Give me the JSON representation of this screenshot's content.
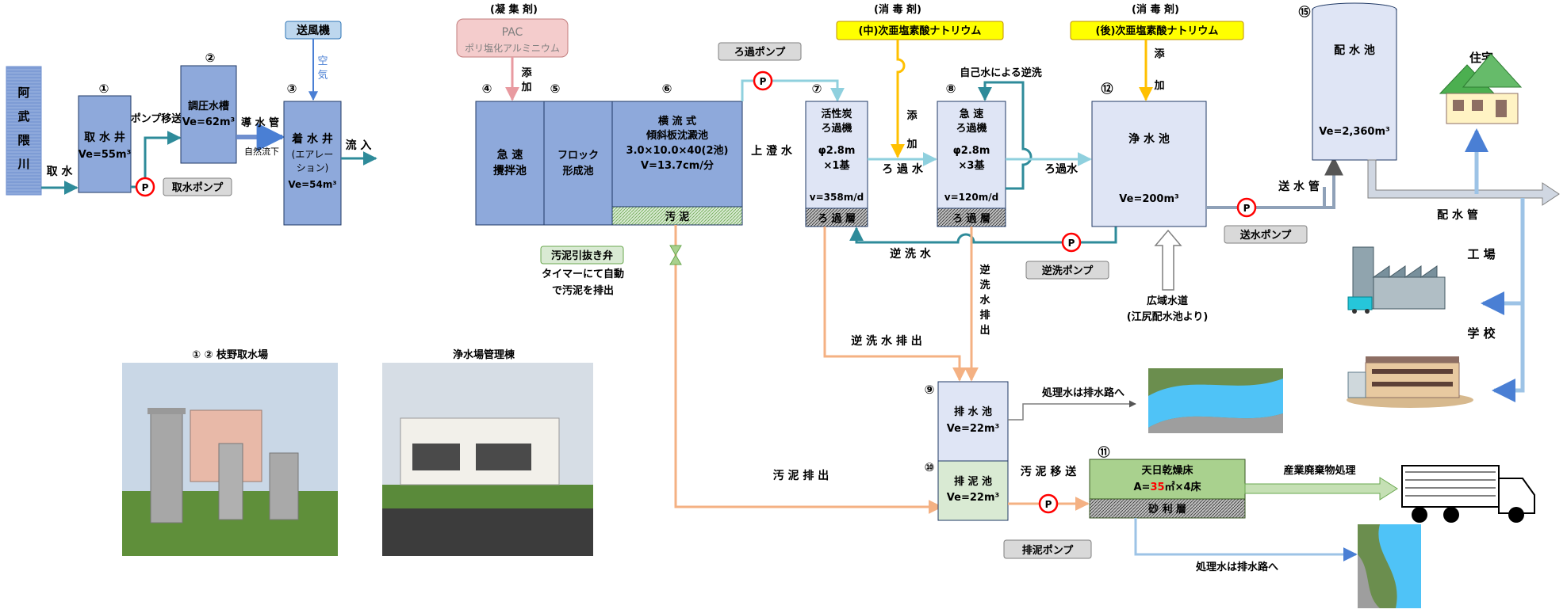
{
  "source": {
    "river_chars": [
      "阿",
      "武",
      "隈",
      "川"
    ]
  },
  "labels": {
    "intake": "取 水",
    "pump_transfer": "ポンプ移送",
    "conduit": "導 水 管",
    "gravity": "自然流下",
    "inflow": "流 入",
    "supernatant": "上 澄 水",
    "filtered_water_7": "ろ 過 水",
    "filtered_water_8": "ろ過水",
    "backwash_water": "逆 洗 水",
    "backwash_discharge": "逆 洗 水 排 出",
    "backwash_drain_v": [
      "逆",
      "洗",
      "水",
      "排",
      "出"
    ],
    "sludge_discharge": "汚 泥 排 出",
    "sludge_transfer": "汚 泥 移 送",
    "send_pipe": "送 水 管",
    "distribution_pipe": "配 水 管",
    "self_backwash": "自己水による逆洗",
    "treated_to_drain_1": "処理水は排水路へ",
    "treated_to_drain_2": "処理水は排水路へ",
    "industrial_waste": "産業廃棄物処理",
    "wide_area_1": "広域水道",
    "wide_area_2": "(江尻配水池より)",
    "timer_1": "タイマーにて自動",
    "timer_2": "で汚泥を排出",
    "add_coag": [
      "添",
      "加"
    ],
    "add_mid": [
      "添",
      "加"
    ],
    "add_post": [
      "添",
      "加"
    ]
  },
  "units": {
    "u1": {
      "num": "①",
      "name": "取 水 井",
      "spec": "Ve=55m³"
    },
    "u2": {
      "num": "②",
      "name": "調圧水槽",
      "spec": "Ve=62m³"
    },
    "u3": {
      "num": "③",
      "name": "着 水 井",
      "sub1": "(エアレー",
      "sub2": "ション)",
      "spec": "Ve=54m³"
    },
    "u4": {
      "num": "④",
      "name1": "急 速",
      "name2": "攪拌池"
    },
    "u5": {
      "num": "⑤",
      "name1": "フロック",
      "name2": "形成池"
    },
    "u6": {
      "num": "⑥",
      "name1": "横 流 式",
      "name2": "傾斜板沈澱池",
      "spec1": "3.0×10.0×40(2池)",
      "spec2": "V=13.7cm/分",
      "bottom": "汚 泥"
    },
    "u7": {
      "num": "⑦",
      "name1": "活性炭",
      "name2": "ろ過機",
      "spec1": "φ2.8m",
      "spec2": "×1基",
      "rate": "v=358m/d",
      "bottom": "ろ 過 層"
    },
    "u8": {
      "num": "⑧",
      "name1": "急 速",
      "name2": "ろ過機",
      "spec1": "φ2.8m",
      "spec2": "×3基",
      "rate": "v=120m/d",
      "bottom": "ろ 過 層"
    },
    "u9": {
      "num": "⑨",
      "name": "排 水 池",
      "spec": "Ve=22m³"
    },
    "u10": {
      "num": "⑩",
      "name": "排 泥 池",
      "spec": "Ve=22m³"
    },
    "u11": {
      "num": "⑪",
      "name1": "天日乾燥床",
      "spec_pre": "A=",
      "spec_red": "35",
      "spec_post": "㎡×4床",
      "bottom": "砂 利 層"
    },
    "u12": {
      "num": "⑫",
      "name": "浄 水 池",
      "spec": "Ve=200m³"
    },
    "u15": {
      "num": "⑮",
      "name": "配 水 池",
      "spec": "Ve=2,360m³"
    }
  },
  "equipment": {
    "blower": "送風機",
    "air": [
      "空",
      "気"
    ],
    "coag_head": "(凝 集 剤)",
    "pac": "PAC",
    "pac_full": "ポリ塩化アルミニウム",
    "disinfect_head_1": "(消 毒 剤)",
    "disinfect_mid": "(中)次亜塩素酸ナトリウム",
    "disinfect_head_2": "(消 毒 剤)",
    "disinfect_post": "(後)次亜塩素酸ナトリウム",
    "pump_symbol": "P",
    "intake_pump": "取水ポンプ",
    "filter_pump": "ろ過ポンプ",
    "backwash_pump": "逆洗ポンプ",
    "send_pump": "送水ポンプ",
    "sludge_pump": "排泥ポンプ",
    "sludge_valve": "汚泥引抜き弁"
  },
  "destinations": {
    "house": "住宅",
    "factory": "工 場",
    "school": "学 校"
  },
  "photos": {
    "intake_caption": "① ② 枝野取水場",
    "mgmt_caption": "浄水場管理棟"
  },
  "colors": {
    "unit_blue": "#8ea9db",
    "unit_light": "#dfe5f5",
    "flow_teal": "#2e8b9a",
    "sludge_orange": "#f4b183",
    "distribution_blue": "#9dc3e6",
    "chem_yellow": "#ffff00",
    "chem_line": "#ffc000",
    "pac_pink": "#f4cccc",
    "green_box": "#a9d18e",
    "pump_red": "#ff0000",
    "highlight_red": "#ff0000"
  }
}
